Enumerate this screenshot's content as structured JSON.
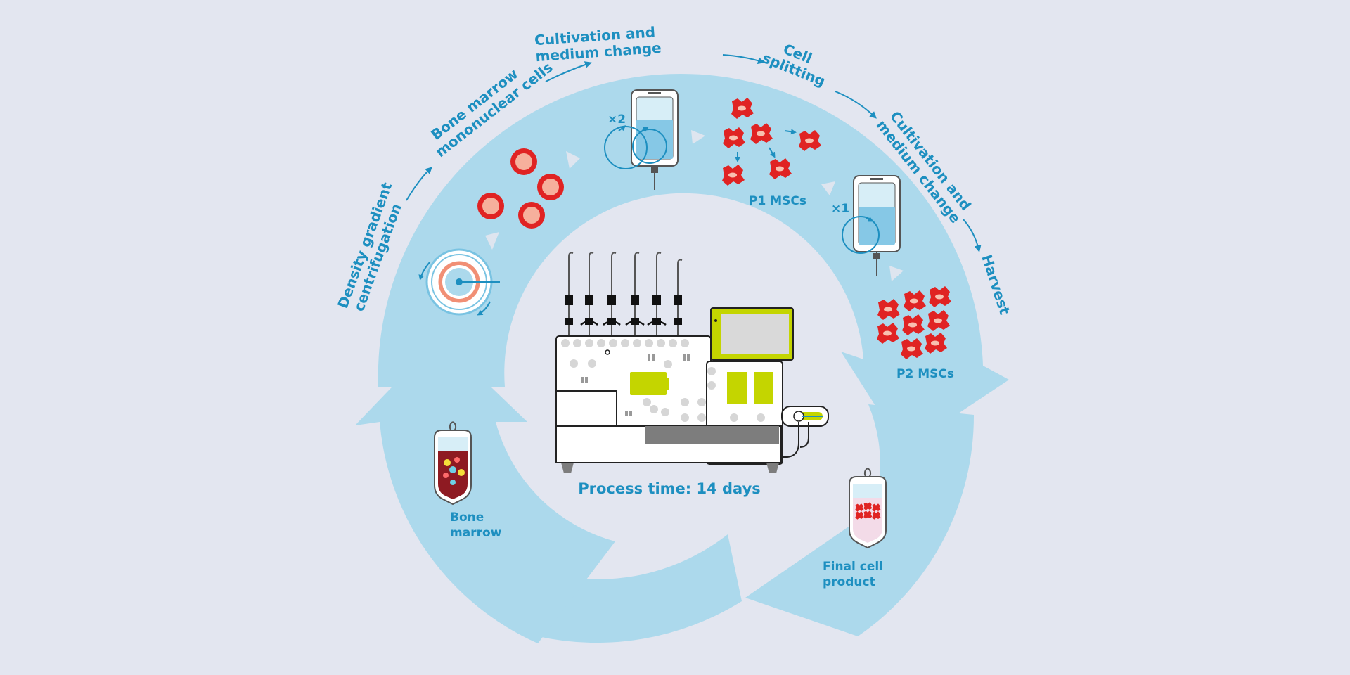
{
  "colors": {
    "background": "#e3e6f0",
    "ring": "#acd9ec",
    "text": "#1d8fc0",
    "cell_red": "#e02323",
    "accent_green": "#c4d500",
    "machine_grey": "#7d7d7d"
  },
  "steps": {
    "density": {
      "line1": "Density gradient",
      "line2": "centrifugation"
    },
    "bmmnc": {
      "line1": "Bone marrow",
      "line2": "mononuclear cells"
    },
    "cultivation1": {
      "line1": "Cultivation and",
      "line2": "medium change",
      "multiplier": "×2"
    },
    "splitting": {
      "line1": "Cell",
      "line2": "splitting"
    },
    "cultivation2": {
      "line1": "Cultivation and",
      "line2": "medium change",
      "multiplier": "×1"
    },
    "harvest": {
      "label": "Harvest"
    }
  },
  "labels": {
    "p1": "P1 MSCs",
    "p2": "P2 MSCs",
    "bone_marrow": {
      "line1": "Bone",
      "line2": "marrow"
    },
    "final": {
      "line1": "Final cell",
      "line2": "product"
    },
    "process_time": "Process time: 14 days"
  },
  "icons": {
    "centrifuge": "centrifuge-icon",
    "culture_bag": "culture-bag-icon",
    "blood_bag": "blood-bag-icon",
    "product_bag": "product-bag-icon",
    "instrument": "cell-processing-instrument"
  }
}
